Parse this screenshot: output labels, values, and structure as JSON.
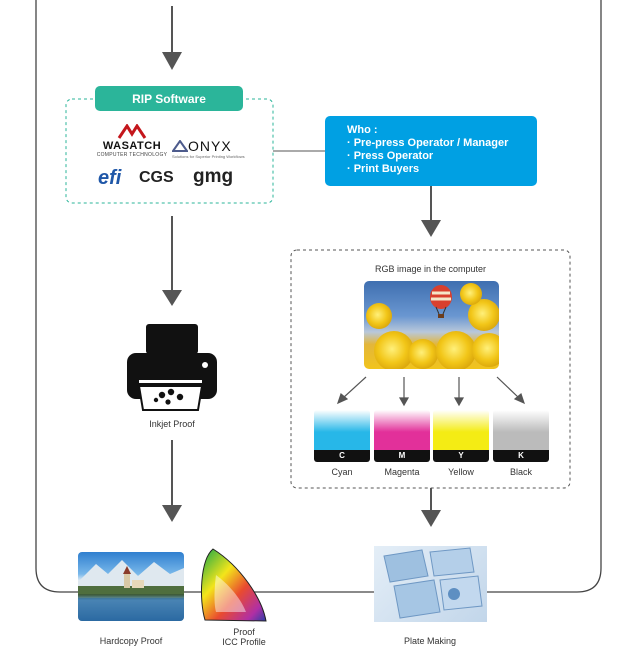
{
  "rip": {
    "title": "RIP Software"
  },
  "logos": {
    "wasatch": {
      "name": "WASATCH",
      "tagline": "COMPUTER TECHNOLOGY"
    },
    "onyx": {
      "name": "ONYX",
      "tagline": "Solutions for Superior Printing Workflows"
    },
    "efi": "efi",
    "cgs": "CGS",
    "gmg": "gmg"
  },
  "who": {
    "heading": "Who :",
    "items": [
      "· Pre-press Operator / Manager",
      "· Press Operator",
      "· Print Buyers"
    ]
  },
  "rgb": {
    "caption": "RGB image in the computer"
  },
  "separations": [
    {
      "letter": "C",
      "label": "Cyan",
      "color": "#27b7e8"
    },
    {
      "letter": "M",
      "label": "Magenta",
      "color": "#e2309a"
    },
    {
      "letter": "Y",
      "label": "Yellow",
      "color": "#f4ec14"
    },
    {
      "letter": "K",
      "label": "Black",
      "color": "#bbbbbb"
    }
  ],
  "outputs": {
    "inkjet": "Inkjet Proof",
    "hardcopy": "Hardcopy Proof",
    "icc_line1": "Proof",
    "icc_line2": "ICC Profile",
    "plate": "Plate Making"
  },
  "colors": {
    "rip_badge": "#2bb59a",
    "who_box": "#00a0e3",
    "arrow": "#555555",
    "frame": "#444444",
    "dashed_green": "#2bb59a",
    "dashed_gray": "#555555"
  },
  "icons": [
    "printer-icon",
    "color-gamut-icon",
    "hot-air-balloon-icon"
  ]
}
